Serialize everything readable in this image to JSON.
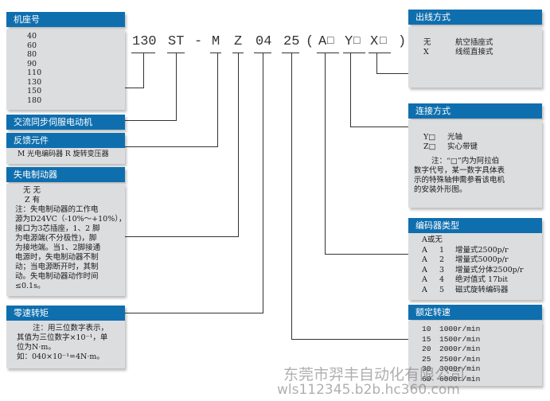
{
  "code": {
    "seat": "130",
    "st": "ST",
    "dash": "-",
    "m": "M",
    "z": "Z",
    "torque": "04",
    "speed": "25",
    "open_paren": "(",
    "a": "A",
    "y": "Y",
    "x": "X",
    "box": "□",
    "close_paren": ")"
  },
  "seat": {
    "title": "机座号",
    "items": [
      "40",
      "60",
      "80",
      "90",
      "110",
      "130",
      "150",
      "180"
    ]
  },
  "ac_servo": {
    "title": "交流同步伺服电动机"
  },
  "feedback": {
    "title": "反馈元件",
    "desc": "M 光电编码器 R 旋转变压器"
  },
  "brake": {
    "title": "失电制动器",
    "lines": [
      "无 无",
      "Z 有",
      "注：失电制动器的工作电",
      "源为D24VC（-10%～+10%），",
      "接口为3芯插座，1、2 脚",
      "为电源端(不分极性)，脚",
      "为接地端。当1、2脚接通",
      "电源时，失电制动器不制",
      "动；当电源断开时，其制",
      "动。失电制动器动作时间",
      "≤0.1s。"
    ]
  },
  "zero_torque": {
    "title": "零速转矩",
    "lines": [
      "注：用三位数字表示，",
      "其值为三位数字×10⁻¹，单",
      "位为N·m。",
      "如：040×10⁻¹=4N·m。"
    ]
  },
  "outlet": {
    "title": "出线方式",
    "items": [
      {
        "code": "无",
        "label": "航空插座式"
      },
      {
        "code": "X",
        "label": "线缆直接式"
      }
    ]
  },
  "connect": {
    "title": "连接方式",
    "items": [
      {
        "code": "Y□",
        "label": "光轴"
      },
      {
        "code": "Z□",
        "label": "实心带键"
      }
    ],
    "note": [
      "注：“□”内为阿拉伯",
      "数字代号，某一数字具体表",
      "示的特殊轴伸需参看该电机",
      "的安装外形图。"
    ]
  },
  "encoder": {
    "title": "编码器类型",
    "items": [
      {
        "code": "A或无",
        "label": ""
      },
      {
        "code": "A",
        "num": "1",
        "label": "增量式2500p/r"
      },
      {
        "code": "A",
        "num": "2",
        "label": "增量式5000p/r"
      },
      {
        "code": "A",
        "num": "3",
        "label": "增量式分体2500p/r"
      },
      {
        "code": "A",
        "num": "4",
        "label": "绝对值式 17bit"
      },
      {
        "code": "A",
        "num": "5",
        "label": "磁式旋转编码器"
      }
    ]
  },
  "rated_speed": {
    "title": "额定转速",
    "items": [
      {
        "code": "10",
        "label": "1000r/min"
      },
      {
        "code": "15",
        "label": "1500r/min"
      },
      {
        "code": "20",
        "label": "2000r/min"
      },
      {
        "code": "25",
        "label": "2500r/min"
      },
      {
        "code": "30",
        "label": "3000r/min"
      },
      {
        "code": "60",
        "label": "6000r/min"
      }
    ]
  },
  "watermark": {
    "company": "东莞市羿丰自动化有限公司",
    "url": "wls112345.b2b.hc360.com"
  }
}
